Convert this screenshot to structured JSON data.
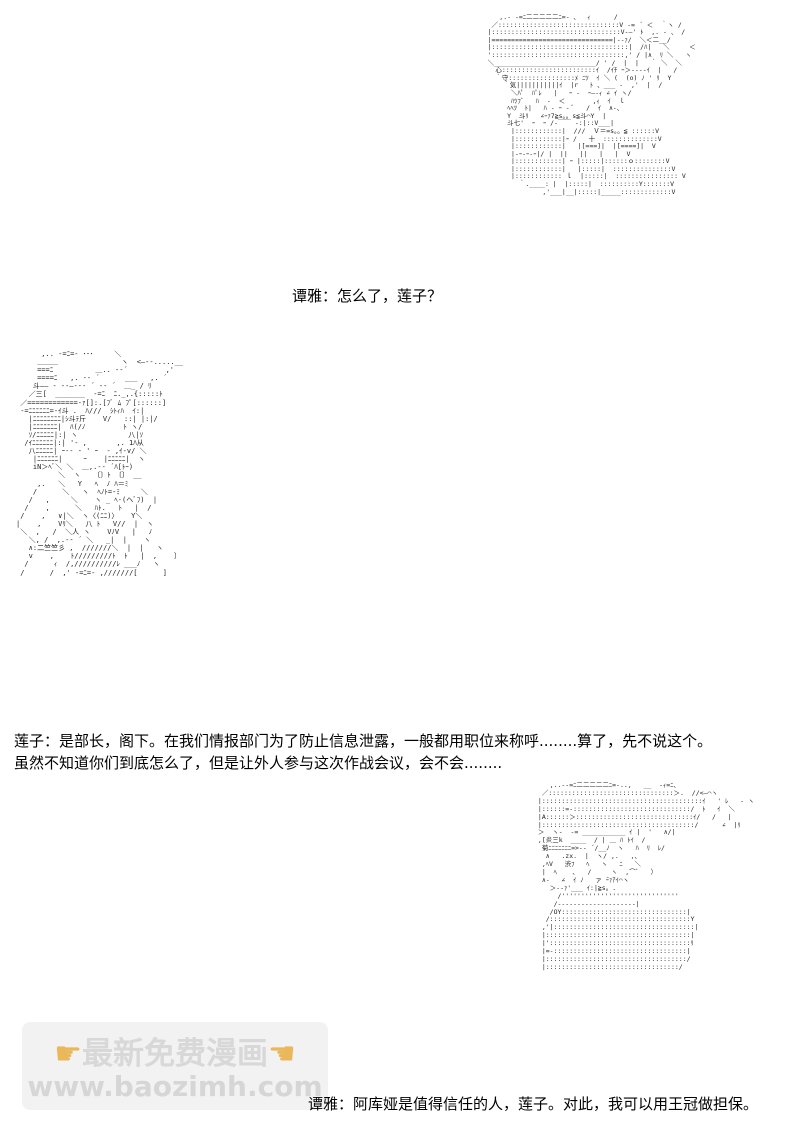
{
  "dialogue": {
    "line1": "谭雅：怎么了，莲子？",
    "line2": "莲子：是部长，阁下。在我们情报部门为了防止信息泄露，一般都用职位来称呼........算了，先不说这个。",
    "line3": "虽然不知道你们到底怎么了，但是让外人参与这次作战会议，会不会........",
    "line4": "谭雅：阿库娅是值得信任的人，莲子。对此，我可以用王冠做担保。"
  },
  "watermark": {
    "title": "最新免费漫画",
    "url": "www.baozimh.com",
    "icon_left": "pointing-hand-icon",
    "icon_right": "pointing-hand-icon",
    "hand_color": "#e8b14a"
  },
  "art": {
    "top": "        ,.- ‐=ﾆ二二二二二ﾆ=- ､　 ｨ      /\n      ／:::::::::::::::::::::::::::::::V -= ´ ＜  ｀ヽ /\n     |:::::::::::::::::::::::::::::::::V-―' ﾄ  ,. - 、 /\n     |===============================|--ｧ/  ＼＜二__/\n     |:::::::::::::::::::::::::::::::::::|  /ﾊ|   ＼     ＜\n     '::::::::::::::::::::::::::::::::::,' / |∧  ﾘ ＼   ヽ\n     ＼__________________________/ ' /  |  |   ｀ ＼  ＼\n       心::::::::::::::::::::::::ｲ  /ｲﾁ ｰ＞----ｲ  |   /\n       ｀守:::::::::::::::::ﾒ ﾆﾂ  ｲ ＼ (  (o) ﾉ ' ﾘ  Y\n         ｀気|||||||||||ｲ  |r   ﾄ 、___ -  ,'  |  /\n           ＼ﾊﾟ  ﾊﾟﾚ   |   ｰ -  ｰ―-ｨ ∠ ｲ ヽ/\n           ﾊﾂﾌﾞ   ﾊ  -  ＜       ,ｨ  ｲ  ｌ  \n          ﾍﾍﾂ  ﾄ|   ﾊ - ｰ - ﾞ   /  ｲ  ∧‐、\n          Y  斗ﾘ   ∠ｰｧ7≧s。。s≦斗⌒Y  |\n          斗七'  ｰ  ｰ /‐￣￣ -:|::V___|\n           |::::::::::::|  ///  Ｖ＝=s。。≦ ::::::V\n           |::::::::::::|ｰ /   十  ::::::::::::::V\n           |::::::::::::|   |[===]|  |[====]|  V\n           |-ｰ-ｰ-ｰ|/ |  ||   ||   |   |  V\n           |::::::::::::| ｰ |:::::|::::::ｏ::::::::V\n           |::::::::::::|   |:::::|  :::::::::::::::V\n           |:::::::::::: ｌ  |:::::|  :::::::::::::::: V\n             ｀.____: |  |:::::|  ::::::::::Y:::::::V\n                   ,'___|__|:::::|_____:::::::::::::V",
    "mid": "      ,.. ‐=ﾆ=- ･･･     ＼\n     ＿＿＿               ヽ  <―--.....__\n     ===ﾆ          ＿.. -‐´         ,'\n     ====ﾆ   ,. -‐ ´      ___   ,. ´\n    斗―― ‐ --―--‐ ´ -‐ ´  ＿_ / ﾘ\n   ／三[  _______  -=ﾆ  ﾆ._,.{:::::ﾄ\n ／============-ｧ[]:.[ﾌﾞ ﾑ ﾌﾟ[::::::]\n -=ﾆﾆﾆﾆﾆﾆ=-ｲ斗 .  ﾊ///  ｼﾄｨﾊ  ｲ:|\n   |ﾆﾆﾆﾆﾆﾆﾆﾆ|ｼ斗ﾃ斤    V/   ::| |:|/\n   |ﾆﾆﾆﾆﾆﾆﾆ|  ﾊ(/ﾉ         ﾄ ヽ/\n   ｿ/ﾆﾆﾆﾆﾆ|:| ヽ            八|ｿ\n  /ｲﾆﾆﾆﾆﾆﾆ|:| '- ,       ,. 1ﾊ从\n   八ﾆﾆﾆﾆﾆ| ｰ-- - ' ｰ  ‐ ,ｲ-v/ ＼\n    |ﾆﾆﾆﾆﾆﾆ|     ｰ    |ﾆﾆﾆﾆﾆ|  ヽ\n    iN＞ﾍﾞ＼ ＼  ＿,.-‐ ´ﾊ[ﾄｰ)\n          ＼  ヽ   〔〕ﾄ 〔〕 __\n     ,.   ＼   Y   ﾍ  ﾉ ﾊ＝ﾐ\n    /      ＼   ヽ  ﾍﾉﾄ=-ﾐ     ＼\n   /   ,     ＼    ヽ _ ﾍ-(ヘﾞﾌ)  |\n  /    ,      ＼   ﾊﾄ.   ﾄ   |  /\n /    ,   ∨|＼  ヽ〈(ﾆﾆ)〉   Y＼\n|    ,    Vﾘ＼   八 ﾄ   V//  |  ヽ\n ＼  ,   /  ＼人 ヽ    VﾉV   |   ﾉ\n   ＼, /  ,.-‐ ´ ＼   _|  |    ヽ\n   ∧:二竺竺彡 ,  ///////＼  |  |   ヽ\n   v    ,    ﾄ/////////ﾄ  ﾄ   |  ,    〕\n  /      ｨ  /,//////////ﾚ ___ﾉ   ヽ\n /      /  ,' ‐=ﾆ=- ,///////[      ]",
    "bot": "    ,..-‐=ﾆ二二二二二ﾆ=-..,   __  -ｨ=ﾆ、\n  ／::::::::::::::::::::::::::::::::＞.  //<―⌒ヽ\n |:::::::::::::::::::::::::::::::::::::::::ｲ   ' ﾚ   - ヽ\n |::::::=‐::::::::::::::::::::::::::::::/  ﾄ   ｲ  ＼ \n |A::::::＞::::::::::::::::::::::::::::::ｲ/   /   |\n |:::::::::::::::::::::::::::::::::::::::/      ∠  |ﾘ\n ＞  ヽ-  ‐= ___________ ｲ |  '   ∧/|\n ,[炎三k  ____  / | ＿ ﾊ ﾄｲ  /  \n  菊ﾆﾆﾆﾆﾆﾆﾆ=>-‐ ´/__ﾉ  ヽ   ﾊ  ﾘ  ﾚ/\n   ∧   .zx.  |  ヽ/ ,.   ,、\n  ,ﾍV   渋ﾌ   ﾍ   ヽ   ﾆ   ＼\n  |  ﾍ    ､   /     ヽ  ,⌒ﾞ   ）\n  ∧-   ∠  ｲ ﾉ   ァ ̄ｰｧｱｲ⌒ヽ\n    ＞--ｧ'___ ｲ:|≧s。.\n      /''''''''''''''''''''''''''''''\n     /‐‐‐‐‐‐‐‐‐‐‐‐‐‐‐‐‐‐‐‐|\n    /OY::::::::::::::::::::::::::::::::|\n   /::::::::::::::::::::::::::::::::::::Y\n  ,'|::::::::::::::::::::::::::::::::::::|\n  |:::::::::::::::::::::::::::::::::::::|\n  |'::::::::::::::::::::::::::::::::::::ﾘ\n  |=-::::::::::::::::::::::::::::::::::|\n  |::::::::::::::::::::::::::::::::::::/\n  |::::::::::::::::::::::::::::::::::/"
  }
}
